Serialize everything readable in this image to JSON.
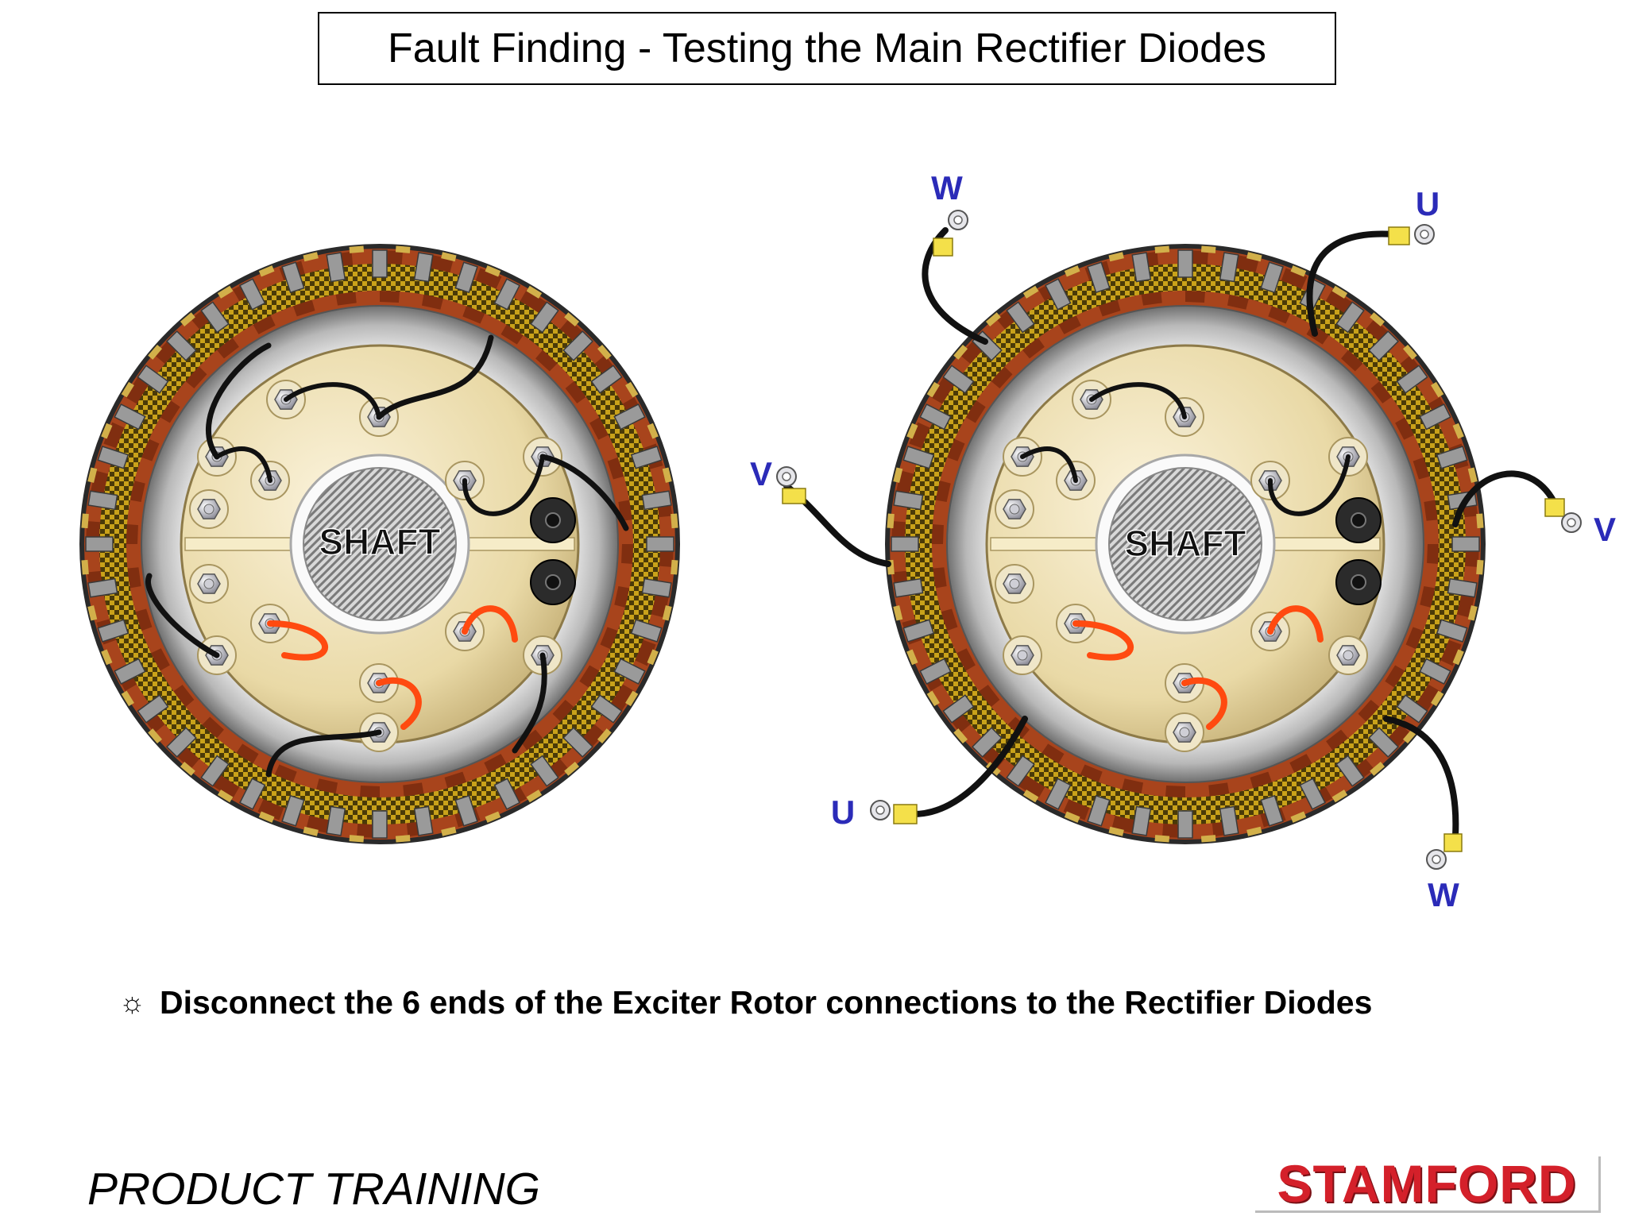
{
  "title": "Fault Finding - Testing the Main Rectifier Diodes",
  "instruction": {
    "bullet": "☼",
    "text": "Disconnect the 6 ends of the Exciter Rotor connections to the Rectifier Diodes"
  },
  "footer": {
    "left": "PRODUCT TRAINING",
    "logo": "STAMFORD"
  },
  "diagrams": {
    "left": {
      "center_label": "SHAFT"
    },
    "right": {
      "center_label": "SHAFT",
      "terminals": [
        {
          "id": "w-top",
          "label": "W"
        },
        {
          "id": "u-top",
          "label": "U"
        },
        {
          "id": "v-left",
          "label": "V"
        },
        {
          "id": "v-right",
          "label": "V"
        },
        {
          "id": "u-bottom",
          "label": "U"
        },
        {
          "id": "w-bottom",
          "label": "W"
        }
      ]
    }
  },
  "colors": {
    "label": "#2b2bb8",
    "logo": "#d4202a",
    "copper": "#a8441c",
    "insulation": "#c9a21a",
    "lead_black": "#111111",
    "lead_red": "#ff4a10"
  }
}
